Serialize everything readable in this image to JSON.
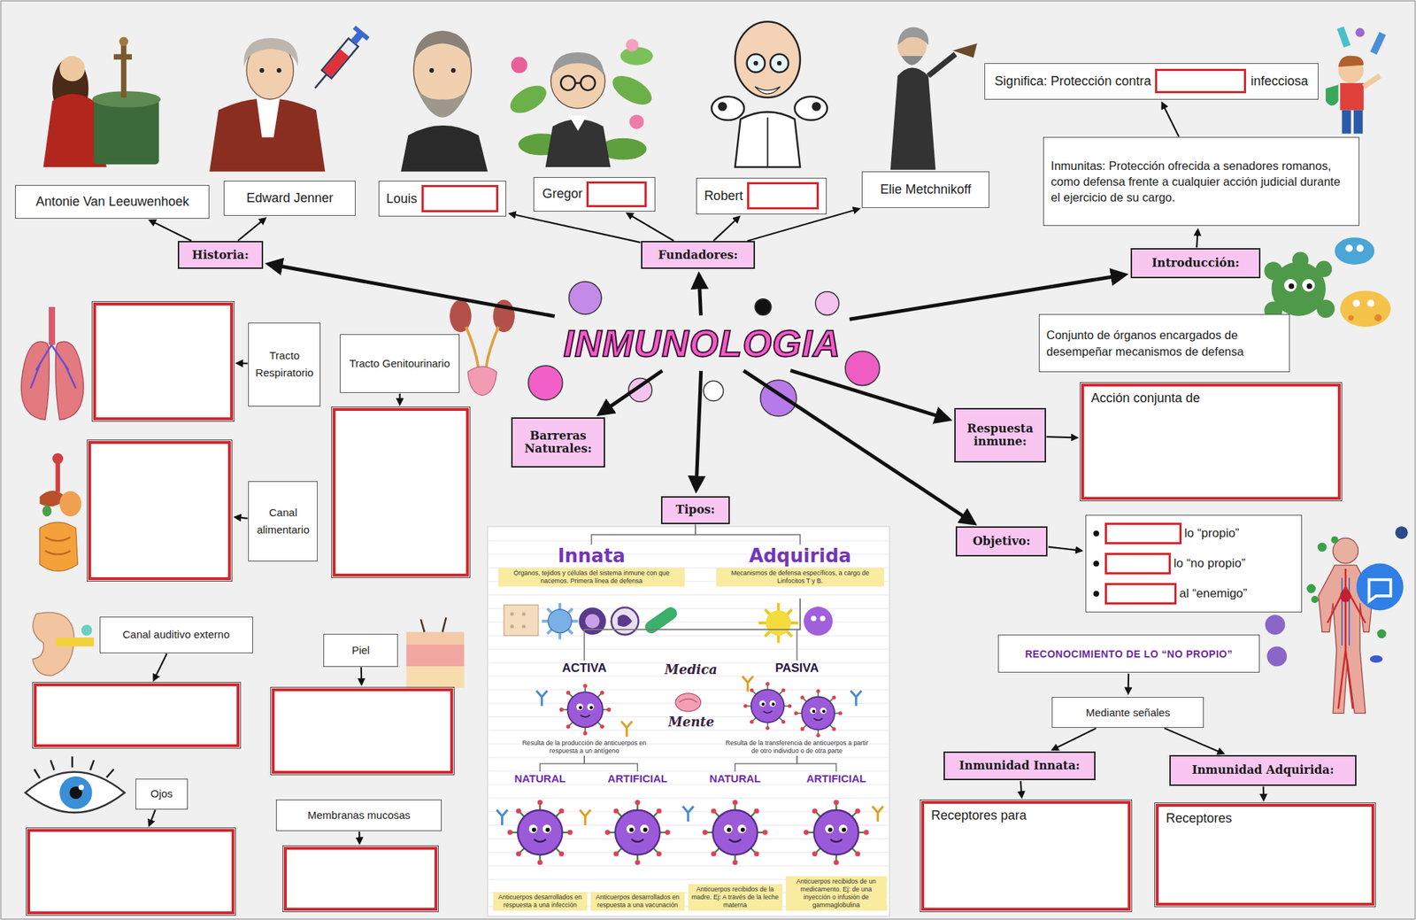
{
  "diagram": {
    "nodes": [
      {
        "text": [
          "Antonie Van Leeuwenhoek"
        ]
      },
      {
        "text": [
          "Edward Jenner"
        ]
      },
      {
        "text": [
          "Louis"
        ]
      },
      {
        "text": [
          "Gregor"
        ]
      },
      {
        "text": [
          "Robert"
        ]
      },
      {
        "text": [
          "Elie Metchnikoff"
        ]
      },
      {
        "text": [
          "Significa: Protección contra",
          "infecciosa"
        ]
      },
      {
        "text": [
          "Inmunitas: Protección ofrecida a senadores romanos, como defensa frente a cualquier acción judicial durante el ejercicio de su cargo."
        ]
      },
      {
        "text": [
          "Historia:"
        ]
      },
      {
        "text": [
          "Fundadores:"
        ]
      },
      {
        "text": [
          "Introducción:"
        ]
      },
      {
        "text": [
          "INMUNOLOGIA"
        ]
      },
      {
        "text": [
          "Conjunto de órganos encargados de desempeñar mecanismos de defensa"
        ]
      },
      {
        "text": [
          "Tracto Respiratorio"
        ]
      },
      {
        "text": []
      },
      {
        "text": [
          "Tracto Genitourinario"
        ]
      },
      {
        "text": []
      },
      {
        "text": [
          "Barreras Naturales:"
        ]
      },
      {
        "text": [
          "Respuesta inmune:"
        ]
      },
      {
        "text": [
          "Acción conjunta de"
        ]
      },
      {
        "text": [
          "Canal alimentario"
        ]
      },
      {
        "text": []
      },
      {
        "text": [
          "Tipos:"
        ]
      },
      {
        "text": [
          "Objetivo:"
        ]
      },
      {
        "text": [
          "lo “propio”",
          "lo “no propio”",
          "al “enemigo”"
        ]
      },
      {
        "text": [
          "Canal auditivo externo"
        ]
      },
      {
        "text": []
      },
      {
        "text": [
          "Piel"
        ]
      },
      {
        "text": []
      },
      {
        "text": [
          "RECONOCIMIENTO DE LO “NO PROPIO”"
        ]
      },
      {
        "text": [
          "Mediante señales"
        ]
      },
      {
        "text": [
          "Inmunidad Innata:"
        ]
      },
      {
        "text": [
          "Inmunidad Adquirida:"
        ]
      },
      {
        "text": [
          "Ojos"
        ]
      },
      {
        "text": []
      },
      {
        "text": [
          "Membranas mucosas"
        ]
      },
      {
        "text": []
      },
      {
        "text": [
          "Receptores para"
        ]
      },
      {
        "text": [
          "Receptores"
        ]
      },
      {
        "text": [
          "Innata",
          "Órganos, tejidos y células del sistema inmune con que nacemos. Primera línea de defensa"
        ]
      },
      {
        "text": [
          "Adquirida",
          "Mecanismos de defensa específicos, a cargo de Linfocitos T y B."
        ]
      },
      {
        "text": [
          "ACTIVA",
          "Resulta de la producción de anticuerpos en respuesta a un antígeno"
        ]
      },
      {
        "text": [
          "PASIVA",
          "Resulta de la transferencia de anticuerpos a partir de otro individuo o de otra parte"
        ]
      },
      {
        "text": [
          "NATURAL",
          "Anticuerpos desarrollados en respuesta a una infección"
        ]
      },
      {
        "text": [
          "ARTIFICIAL",
          "Anticuerpos desarrollados en respuesta a una vacunación"
        ]
      },
      {
        "text": [
          "NATURAL",
          "Anticuerpos recibidos de la madre. Ej: A través de la leche materna"
        ]
      },
      {
        "text": [
          "ARTIFICIAL",
          "Anticuerpos recibidos de un medicamento. Ej: de una inyección o infusión de gammaglobulina"
        ]
      }
    ],
    "edges": [
      {
        "from": 11,
        "to": 8,
        "arrow": "to"
      },
      {
        "from": 11,
        "to": 9,
        "arrow": "to"
      },
      {
        "from": 11,
        "to": 10,
        "arrow": "to"
      },
      {
        "from": 11,
        "to": 17,
        "arrow": "to"
      },
      {
        "from": 11,
        "to": 22,
        "arrow": "to"
      },
      {
        "from": 11,
        "to": 18,
        "arrow": "to"
      },
      {
        "from": 11,
        "to": 23,
        "arrow": "to"
      },
      {
        "from": 8,
        "to": 0,
        "arrow": "to"
      },
      {
        "from": 8,
        "to": 1,
        "arrow": "to"
      },
      {
        "from": 9,
        "to": 2,
        "arrow": "to"
      },
      {
        "from": 9,
        "to": 3,
        "arrow": "to"
      },
      {
        "from": 9,
        "to": 4,
        "arrow": "to"
      },
      {
        "from": 9,
        "to": 5,
        "arrow": "to"
      },
      {
        "from": 10,
        "to": 7,
        "arrow": "to"
      },
      {
        "from": 7,
        "to": 6,
        "arrow": "to"
      },
      {
        "from": 18,
        "to": 19,
        "arrow": "to"
      },
      {
        "from": 23,
        "to": 24,
        "arrow": "to"
      },
      {
        "from": 13,
        "to": 14,
        "arrow": "to"
      },
      {
        "from": 15,
        "to": 16,
        "arrow": "to"
      },
      {
        "from": 20,
        "to": 21,
        "arrow": "to"
      },
      {
        "from": 25,
        "to": 26,
        "arrow": "to"
      },
      {
        "from": 27,
        "to": 28,
        "arrow": "to"
      },
      {
        "from": 33,
        "to": 34,
        "arrow": "to"
      },
      {
        "from": 35,
        "to": 36,
        "arrow": "to"
      },
      {
        "from": 29,
        "to": 30,
        "arrow": "to"
      },
      {
        "from": 30,
        "to": 31,
        "arrow": "to"
      },
      {
        "from": 30,
        "to": 32,
        "arrow": "to"
      },
      {
        "from": 31,
        "to": 37,
        "arrow": "to"
      },
      {
        "from": 32,
        "to": 38,
        "arrow": "to"
      },
      {
        "from": 22,
        "to": 39,
        "arrow": "none"
      },
      {
        "from": 22,
        "to": 40,
        "arrow": "none"
      },
      {
        "from": 40,
        "to": 41,
        "arrow": "none"
      },
      {
        "from": 40,
        "to": 42,
        "arrow": "none"
      },
      {
        "from": 41,
        "to": 43,
        "arrow": "none"
      },
      {
        "from": 41,
        "to": 44,
        "arrow": "none"
      },
      {
        "from": 42,
        "to": 45,
        "arrow": "none"
      },
      {
        "from": 42,
        "to": 46,
        "arrow": "none"
      }
    ],
    "labels": [
      "Medica",
      "Mente"
    ]
  }
}
